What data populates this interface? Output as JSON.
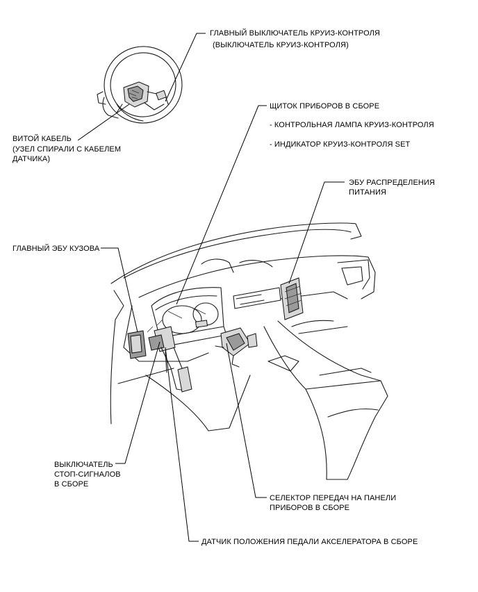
{
  "labels": {
    "main_switch_line1": "ГЛАВНЫЙ ВЫКЛЮЧАТЕЛЬ КРУИЗ-КОНТРОЛЯ",
    "main_switch_line2": "(ВЫКЛЮЧАТЕЛЬ КРУИЗ-КОНТРОЛЯ)",
    "spiral_line1": "ВИТОЙ КАБЕЛЬ",
    "spiral_line2": "(УЗЕЛ СПИРАЛИ С КАБЕЛЕМ",
    "spiral_line3": "ДАТЧИКА)",
    "meter_title": "ЩИТОК ПРИБОРОВ В СБОРЕ",
    "meter_item1": "- КОНТРОЛЬНАЯ ЛАМПА КРУИЗ-КОНТРОЛЯ",
    "meter_item2": "- ИНДИКАТОР КРУИЗ-КОНТРОЛЯ SET",
    "power_ecu_line1": "ЭБУ РАСПРЕДЕЛЕНИЯ",
    "power_ecu_line2": "ПИТАНИЯ",
    "body_ecu": "ГЛАВНЫЙ ЭБУ КУЗОВА",
    "stop_switch_line1": "ВЫКЛЮЧАТЕЛЬ",
    "stop_switch_line2": "СТОП-СИГНАЛОВ",
    "stop_switch_line3": "В СБОРЕ",
    "shift_line1": "СЕЛЕКТОР ПЕРЕДАЧ НА ПАНЕЛИ",
    "shift_line2": "ПРИБОРОВ В СБОРЕ",
    "accel_sensor": "ДАТЧИК ПОЛОЖЕНИЯ ПЕДАЛИ АКСЕЛЕРАТОРА В СБОРЕ"
  }
}
